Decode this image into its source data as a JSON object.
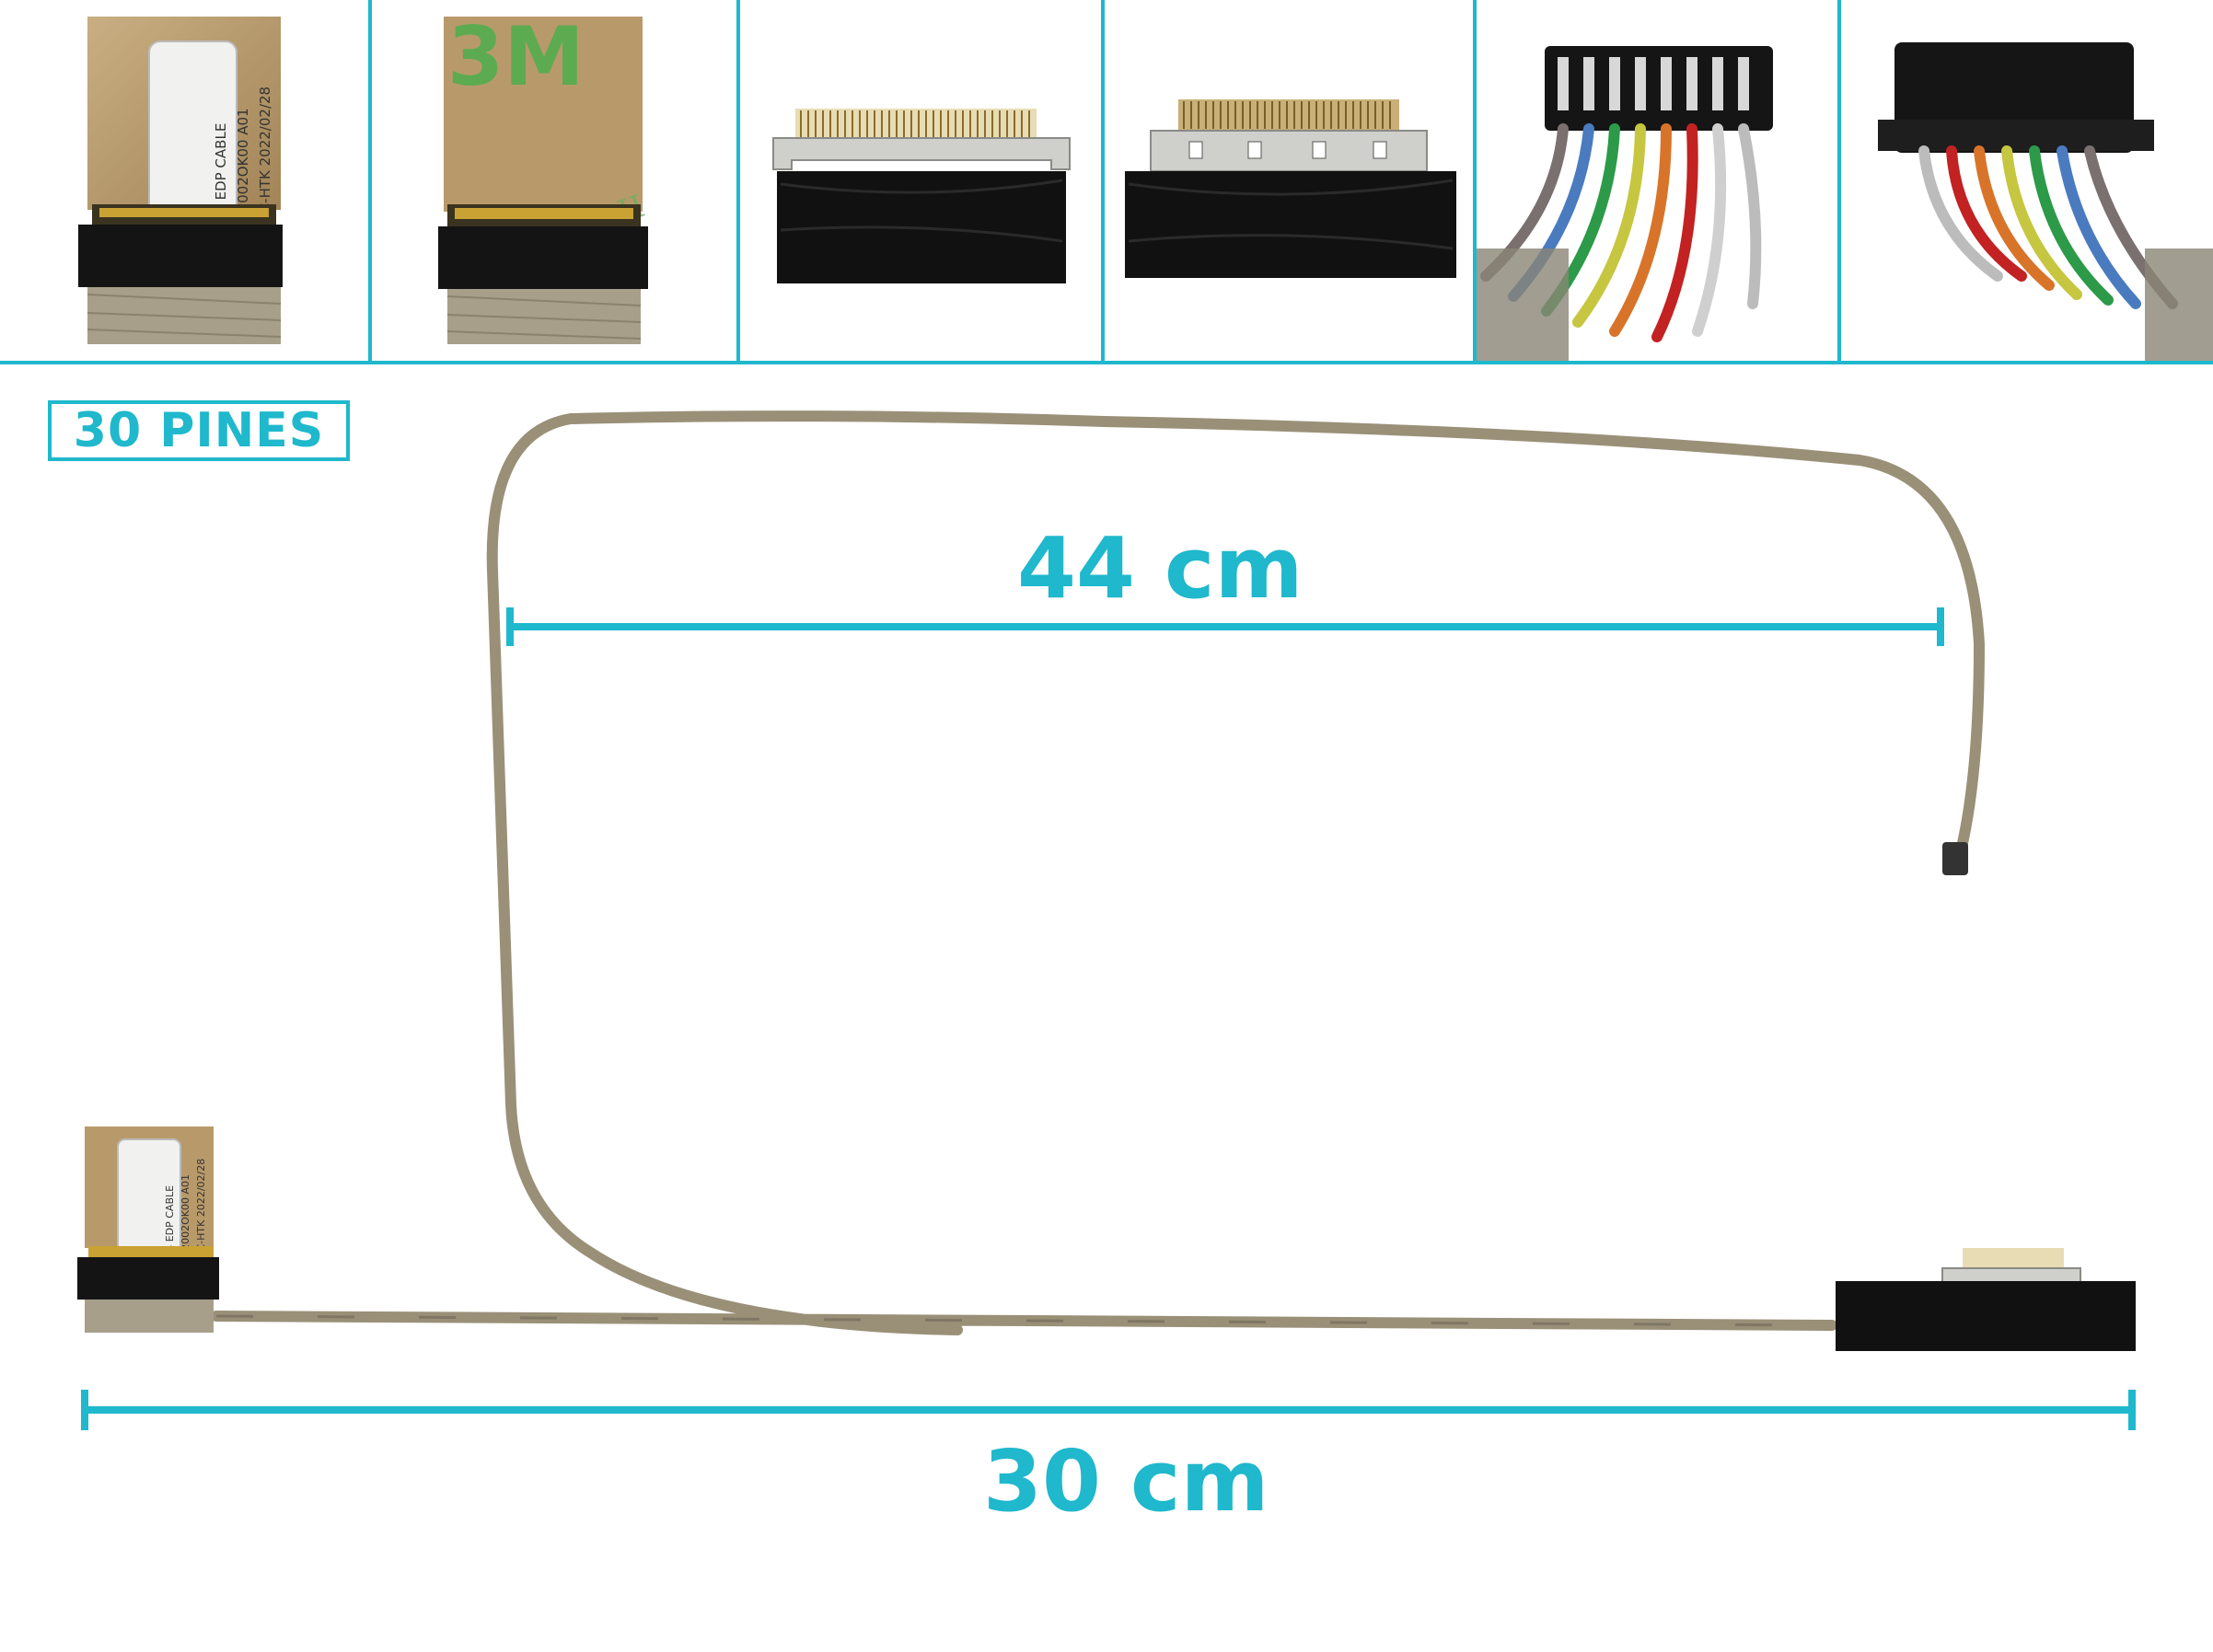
{
  "badge": {
    "pins_label": "30 PINES"
  },
  "measurements": {
    "cable_length_label": "44 cm",
    "span_length_label": "30 cm"
  },
  "connector_label": {
    "line1": "ZIWB EDP CABLE",
    "line2": "DC02002OK00 A01",
    "line3": "NBXC-HTK 2022/02/28"
  },
  "tape_brand": {
    "brand": "3M",
    "text": "IP Adhesive"
  },
  "colors": {
    "accent": "#1fb8cc",
    "cable": "#9a9078",
    "tape": "#b89a6a",
    "connector_black": "#121212",
    "metal": "#c8c8c4"
  }
}
